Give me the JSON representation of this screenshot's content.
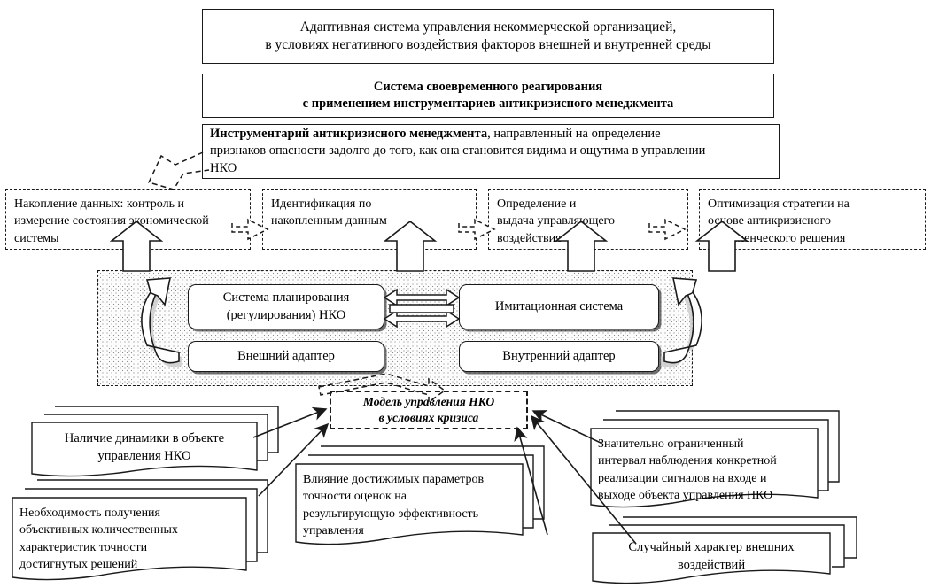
{
  "title_banner": {
    "line1": "Адаптивная система управления некоммерческой организацией,",
    "line2": "в условиях негативного воздействия факторов внешней и внутренней среды"
  },
  "subtitle_banner": {
    "line1": "Система своевременного реагирования",
    "line2": "с применением инструментариев  антикризисного менеджмента"
  },
  "toolkit_banner": {
    "bold_lead": "Инструментарий  антикризисного  менеджмента",
    "rest_line1": ", направленный  на  определение",
    "line2": "признаков опасности задолго до того, как она становится видима и ощутима в управлении",
    "line3": "НКО"
  },
  "stages": [
    {
      "id": "stage-accumulation",
      "line1": "Накопление   данных:   контроль   и",
      "line2": "измерение состояния экономической",
      "line3": "системы"
    },
    {
      "id": "stage-identification",
      "line1": "Идентификация                        по",
      "line2": "накопленным данным",
      "line3": ""
    },
    {
      "id": "stage-definition",
      "line1": "Определение и",
      "line2": "выдача управляющего",
      "line3": "воздействия"
    },
    {
      "id": "stage-optimization",
      "line1": "Оптимизация    стратегии    на",
      "line2": "основе          антикризисного",
      "line3": "управленческого решения"
    }
  ],
  "core": {
    "planning_system": {
      "line1": "Система планирования",
      "line2": "(регулирования) НКО"
    },
    "simulation_system": "Имитационная система",
    "external_adapter": "Внешний адаптер",
    "internal_adapter": "Внутренний адаптер"
  },
  "model_label": {
    "line1": "Модель управления НКО",
    "line2": "в условиях кризиса"
  },
  "factor_cards": [
    {
      "id": "card-dynamics",
      "align": "center",
      "lines": [
        "Наличие динамики в объекте",
        "управления НКО"
      ]
    },
    {
      "id": "card-objective-characteristics",
      "align": "justify",
      "lines": [
        "Необходимость        получения",
        "объективных    количественных",
        "характеристик         точности",
        "достигнутых решений"
      ]
    },
    {
      "id": "card-accuracy-influence",
      "align": "justify",
      "lines": [
        "Влияние   достижимых   параметров",
        "точности         оценок         на",
        "результирующую    эффективность",
        "управления"
      ]
    },
    {
      "id": "card-limited-interval",
      "align": "justify",
      "lines": [
        "Значительно        ограниченный",
        "интервал  наблюдения  конкретной",
        "реализации  сигналов  на  входе  и",
        "выходе объекта управления НКО"
      ]
    },
    {
      "id": "card-random-external",
      "align": "center",
      "lines": [
        "Случайный характер внешних",
        "воздействий"
      ]
    }
  ],
  "colors": {
    "stroke": "#1a1a1a",
    "background": "#ffffff",
    "shade_dot": "#8c8c8c",
    "arrow_shadow": "#c9c9c9"
  }
}
